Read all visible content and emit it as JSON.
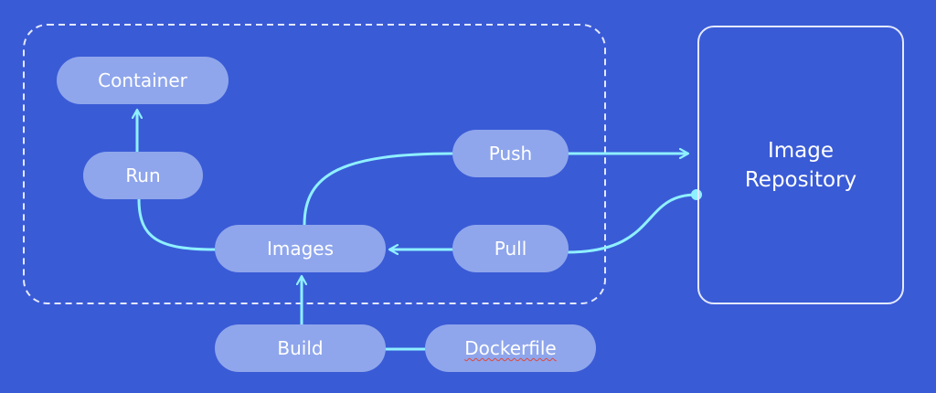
{
  "nodes": {
    "container": "Container",
    "run": "Run",
    "images": "Images",
    "push": "Push",
    "pull": "Pull",
    "build": "Build",
    "dockerfile": "Dockerfile"
  },
  "repository": {
    "line1": "Image",
    "line2": "Repository"
  },
  "colors": {
    "background": "#3a5bd6",
    "node_fill": "#8fa6ec",
    "connector": "#8ff0ff",
    "boundary": "#e3e9ff"
  }
}
